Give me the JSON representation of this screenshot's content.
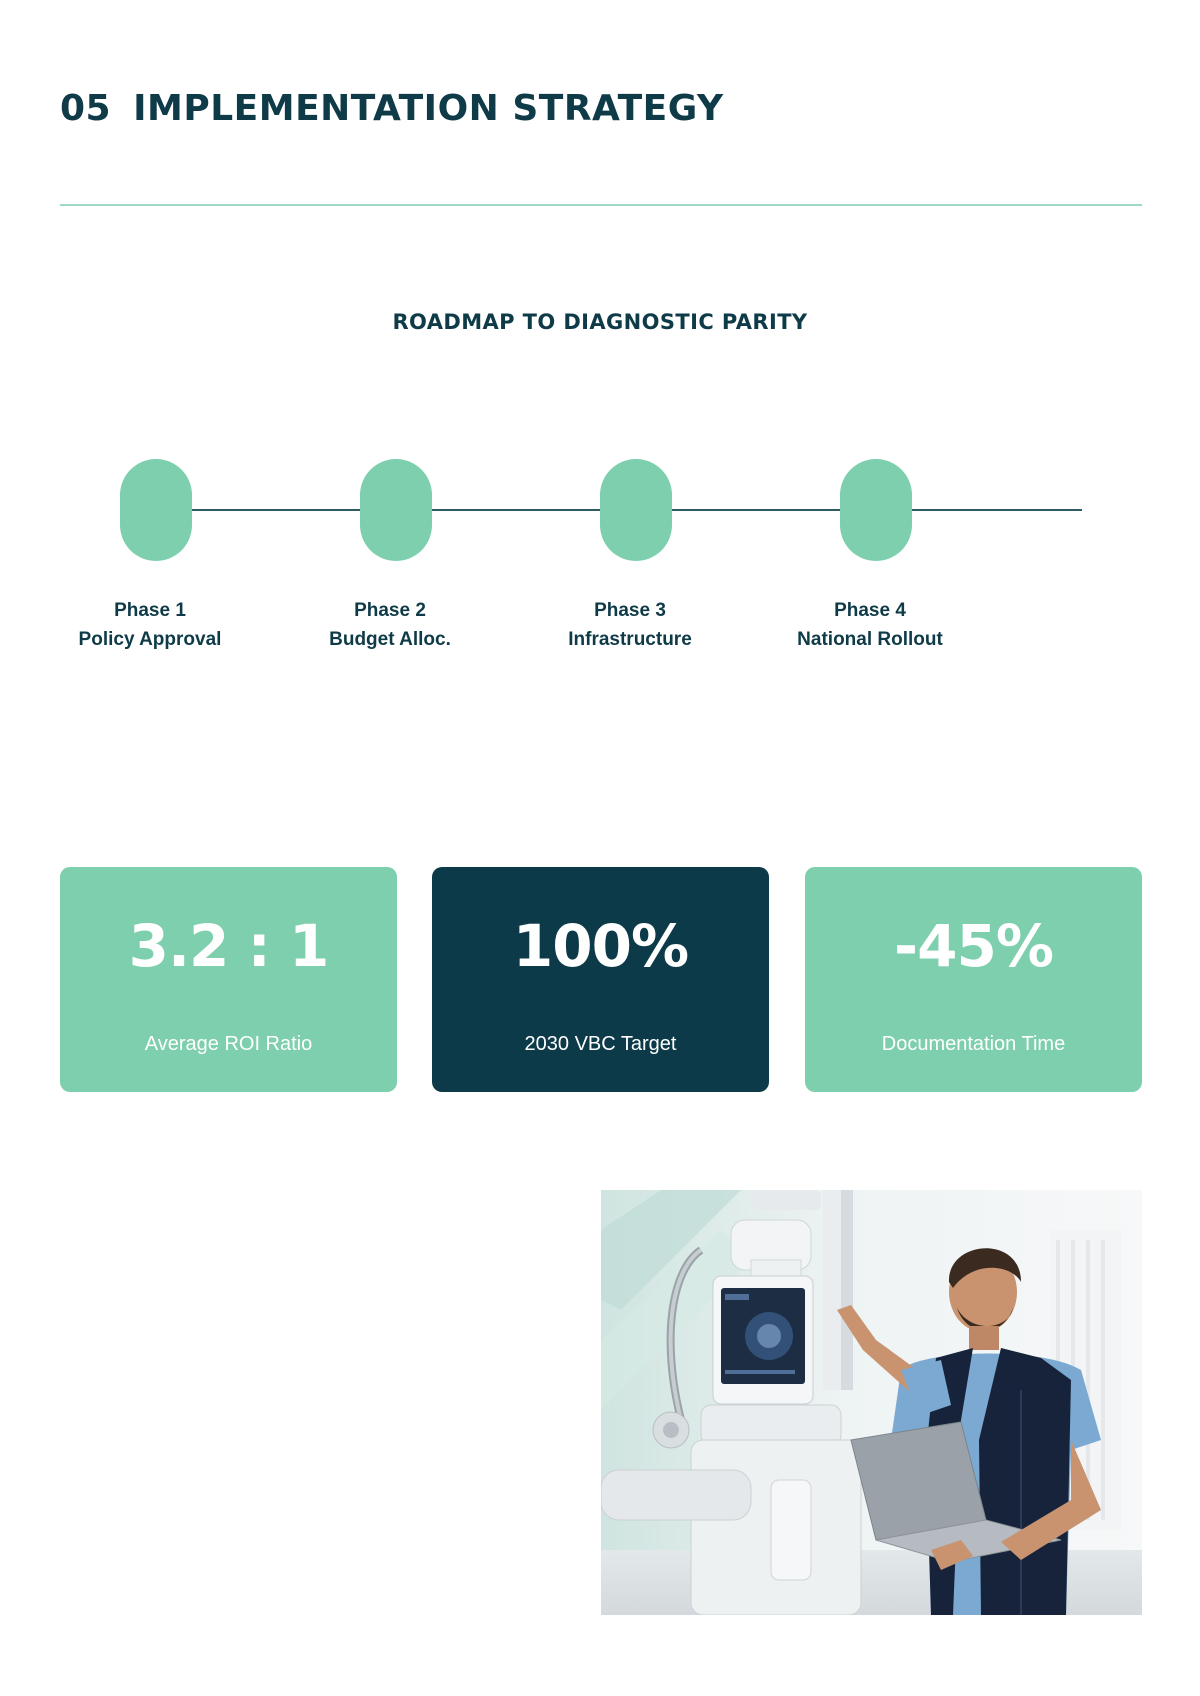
{
  "section": {
    "number": "05",
    "title": "IMPLEMENTATION STRATEGY"
  },
  "roadmap": {
    "title": "ROADMAP TO DIAGNOSTIC PARITY",
    "phases": [
      {
        "phase": "Phase 1",
        "name": "Policy Approval"
      },
      {
        "phase": "Phase 2",
        "name": "Budget Alloc."
      },
      {
        "phase": "Phase 3",
        "name": "Infrastructure"
      },
      {
        "phase": "Phase 4",
        "name": "National Rollout"
      }
    ]
  },
  "stats": [
    {
      "value": "3.2 : 1",
      "label": "Average ROI Ratio"
    },
    {
      "value": "100%",
      "label": "2030 VBC Target"
    },
    {
      "value": "-45%",
      "label": "Documentation Time"
    }
  ],
  "colors": {
    "navy": "#0f3b48",
    "mint": "#7dcfad",
    "divider": "#9ed9c8",
    "dark_card": "#0d3a48"
  },
  "image": {
    "subject": "clinician with laptop beside X-ray imaging machine"
  }
}
